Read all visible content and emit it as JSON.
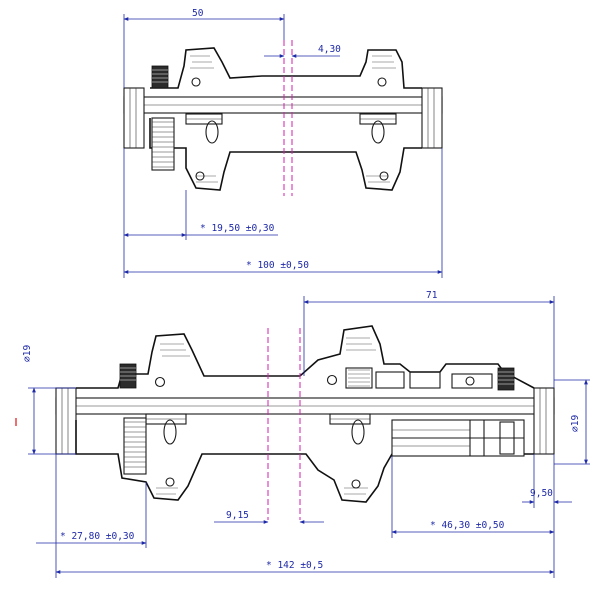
{
  "front_hub": {
    "dims": {
      "half_width": "50",
      "center_offset": "4,30",
      "disc_offset": "* 19,50 ±0,30",
      "overall_width": "* 100 ±0,50"
    }
  },
  "rear_hub": {
    "dims": {
      "drive_half_width": "71",
      "left_axle_diameter": "⌀19",
      "right_axle_diameter": "⌀19",
      "disc_offset": "* 27,80 ±0,30",
      "center_offset": "9,15",
      "freehub_offset": "* 46,30 ±0,50",
      "end_cap_width": "9,50",
      "overall_width": "* 142 ±0,5"
    }
  },
  "colors": {
    "line": "#1a1a1a",
    "dimension": "#1f2aa8",
    "centerline": "#d21fb0",
    "marker": "#e01010"
  }
}
